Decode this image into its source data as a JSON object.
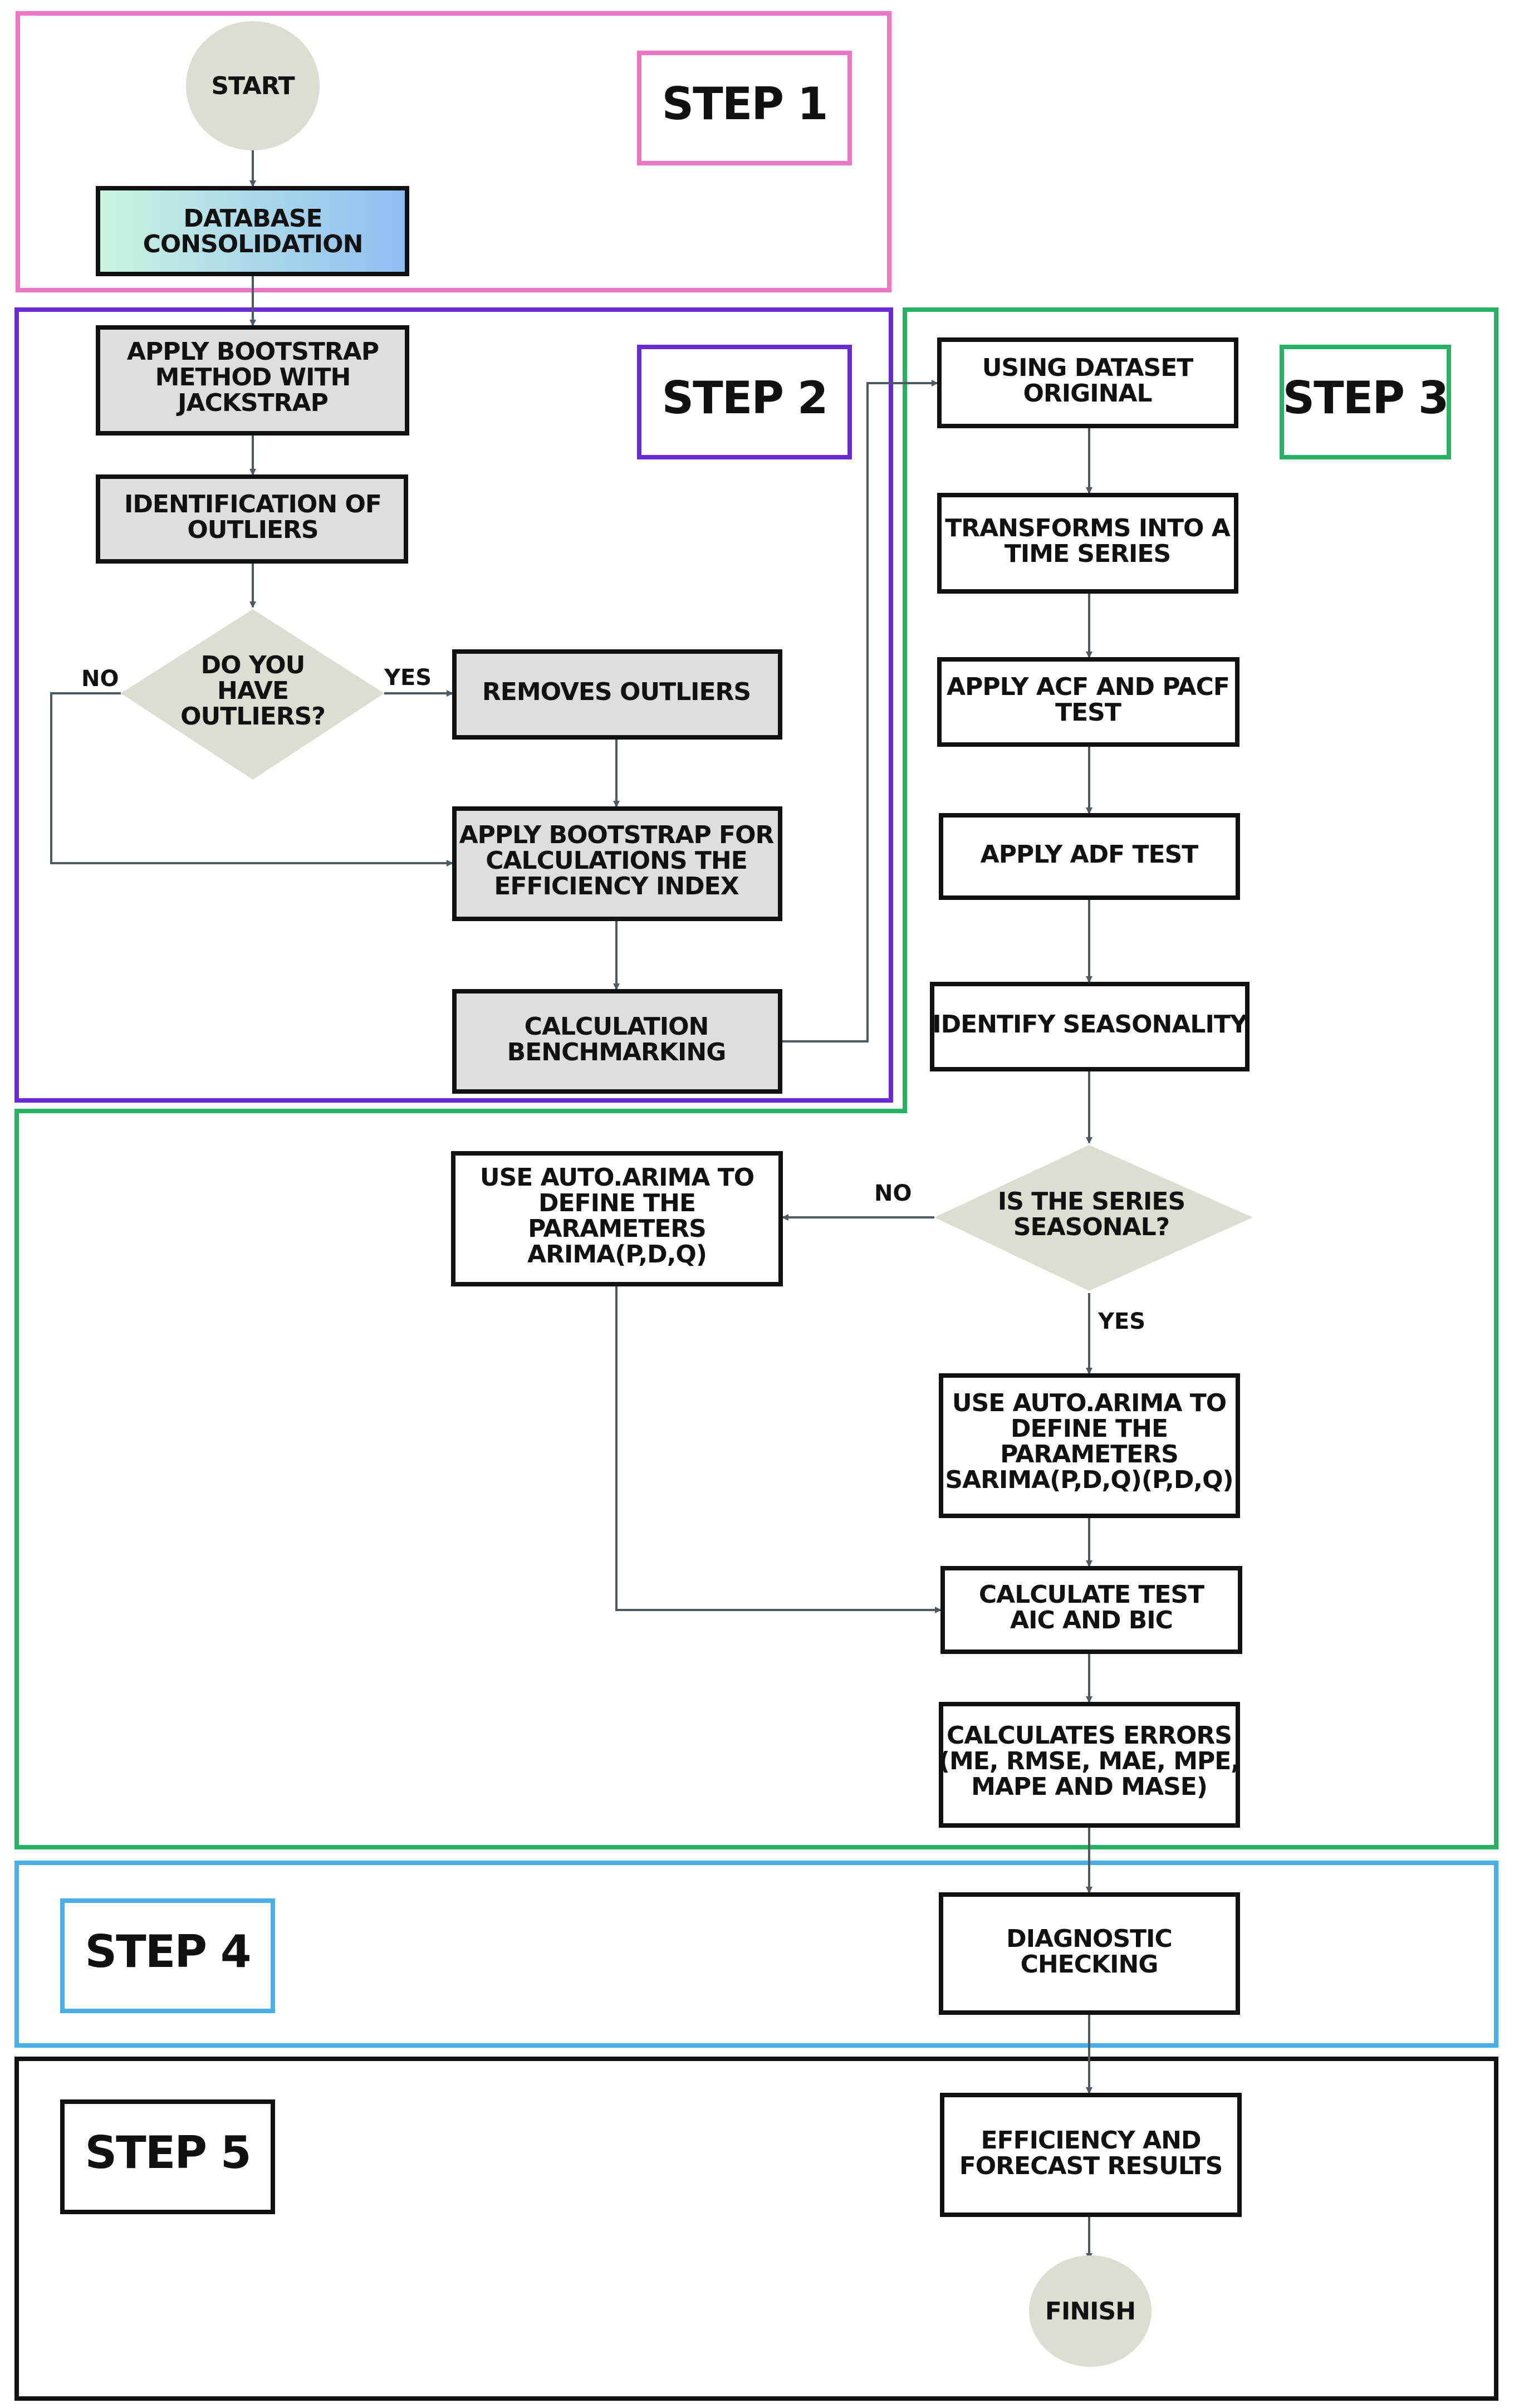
{
  "steps": {
    "step1": "STEP 1",
    "step2": "STEP 2",
    "step3": "STEP 3",
    "step4": "STEP 4",
    "step5": "STEP 5"
  },
  "nodes": {
    "start": [
      "START"
    ],
    "database": [
      "DATABASE",
      "CONSOLIDATION"
    ],
    "bootstrap_jackstrap": [
      "APPLY BOOTSTRAP",
      "METHOD WITH",
      "JACKSTRAP"
    ],
    "identify_outliers": [
      "IDENTIFICATION OF",
      "OUTLIERS"
    ],
    "have_outliers": [
      "DO YOU",
      "HAVE",
      "OUTLIERS?"
    ],
    "removes_outliers": [
      "REMOVES OUTLIERS"
    ],
    "bootstrap_efficiency": [
      "APPLY BOOTSTRAP FOR",
      "CALCULATIONS THE",
      "EFFICIENCY INDEX"
    ],
    "benchmarking": [
      "CALCULATION",
      "BENCHMARKING"
    ],
    "dataset_original": [
      "USING DATASET",
      "ORIGINAL"
    ],
    "time_series": [
      "TRANSFORMS INTO A",
      "TIME SERIES"
    ],
    "acf_pacf": [
      "APPLY ACF AND PACF",
      "TEST"
    ],
    "adf": [
      "APPLY ADF TEST"
    ],
    "seasonality": [
      "IDENTIFY SEASONALITY"
    ],
    "is_seasonal": [
      "IS THE SERIES",
      "SEASONAL?"
    ],
    "auto_arima": [
      "USE AUTO.ARIMA TO",
      "DEFINE THE",
      "PARAMETERS",
      "ARIMA(P,D,Q)"
    ],
    "auto_sarima": [
      "USE AUTO.ARIMA TO",
      "DEFINE THE",
      "PARAMETERS",
      "SARIMA(P,D,Q)(P,D,Q)"
    ],
    "aic_bic": [
      "CALCULATE TEST",
      "AIC AND BIC"
    ],
    "errors": [
      "CALCULATES ERRORS",
      "(ME, RMSE, MAE, MPE,",
      "MAPE AND MASE)"
    ],
    "diagnostic": [
      "DIAGNOSTIC",
      "CHECKING"
    ],
    "results": [
      "EFFICIENCY AND",
      "FORECAST RESULTS"
    ],
    "finish": [
      "FINISH"
    ]
  },
  "edge_labels": {
    "outliers_no": "NO",
    "outliers_yes": "YES",
    "seasonal_no": "NO",
    "seasonal_yes": "YES"
  },
  "colors": {
    "step1_border": "#f075c5",
    "step2_border": "#6a2bd4",
    "step3_border": "#27b263",
    "step4_border": "#4aaee8",
    "step5_border": "#111111",
    "database_gradient_start": "#c9f5df",
    "database_gradient_end": "#8fbdf3",
    "grey_box": "#dedede",
    "terminal_fill": "#deddd3",
    "connector": "#4d5963"
  }
}
